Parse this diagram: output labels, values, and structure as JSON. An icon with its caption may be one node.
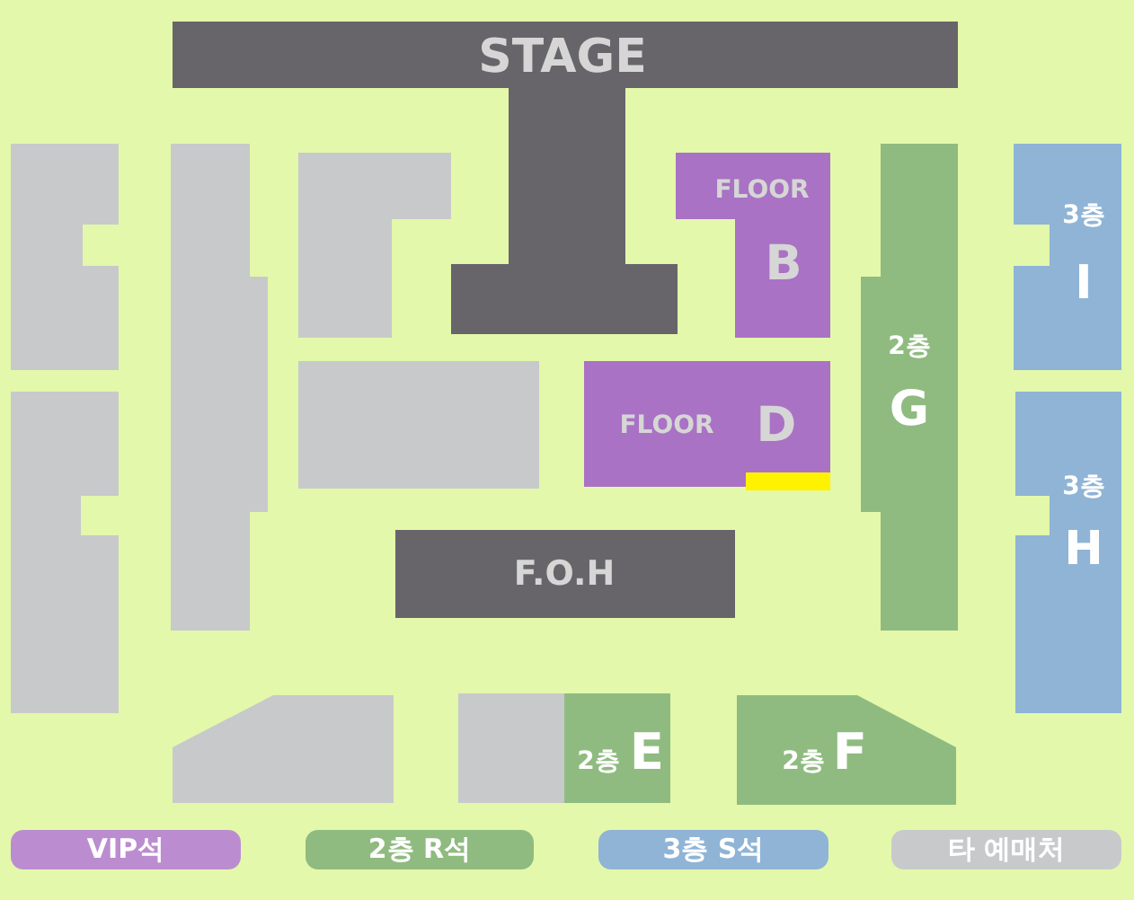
{
  "diagram": {
    "nodes": [
      {
        "text": [
          "STAGE"
        ]
      },
      {
        "text": [],
        "shape": "box"
      },
      {
        "text": [],
        "shape": "box"
      },
      {
        "text": [],
        "shape": "box"
      },
      {
        "text": [
          "FLOOR",
          "B"
        ]
      },
      {
        "text": [
          "2층",
          "G"
        ]
      },
      {
        "text": [
          "3층",
          "I"
        ]
      },
      {
        "text": [],
        "shape": "box"
      },
      {
        "text": [],
        "shape": "box"
      },
      {
        "text": [
          "FLOOR",
          "D"
        ]
      },
      {
        "text": [],
        "shape": "bar"
      },
      {
        "text": [
          "3층",
          "H"
        ]
      },
      {
        "text": [
          "F.O.H"
        ]
      },
      {
        "text": [],
        "shape": "box"
      },
      {
        "text": [],
        "shape": "box"
      },
      {
        "text": [
          "2층",
          "E"
        ]
      },
      {
        "text": [
          "2층",
          "F"
        ]
      }
    ],
    "legend": [
      {
        "text": "VIP석",
        "color": "#bb8dd0"
      },
      {
        "text": "2층 R석",
        "color": "#8fbb80"
      },
      {
        "text": "3층 S석",
        "color": "#8fb4d6"
      },
      {
        "text": "타 예매처",
        "color": "#c8c9cb"
      }
    ]
  }
}
